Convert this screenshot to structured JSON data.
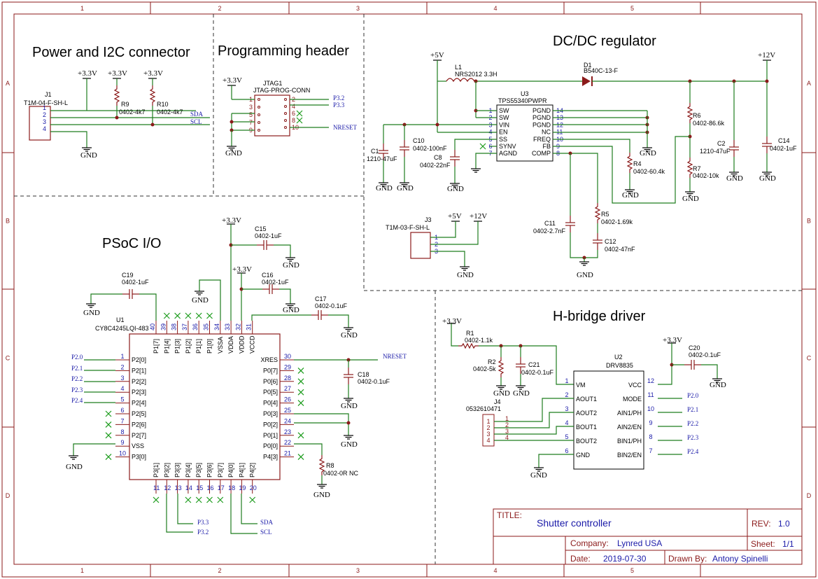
{
  "frame": {
    "cols": [
      "1",
      "2",
      "3",
      "4",
      "5"
    ],
    "rows": [
      "A",
      "B",
      "C",
      "D"
    ]
  },
  "sections": {
    "power": "Power and I2C connector",
    "prog": "Programming header",
    "dcdc": "DC/DC regulator",
    "psoc": "PSoC I/O",
    "hbridge": "H-bridge driver"
  },
  "power": {
    "v33": "+3.3V",
    "v5": "+5V",
    "v12": "+12V",
    "gnd": "GND"
  },
  "components": {
    "J1": {
      "ref": "J1",
      "value": "T1M-04-F-SH-L",
      "pins": [
        "1",
        "2",
        "3",
        "4"
      ]
    },
    "R9": {
      "ref": "R9",
      "value": "0402-4k7"
    },
    "R10": {
      "ref": "R10",
      "value": "0402-4k7"
    },
    "JTAG1": {
      "ref": "JTAG1",
      "value": "JTAG-PROG-CONN",
      "pins_l": [
        "1",
        "3",
        "5",
        "7",
        "9"
      ],
      "pins_r": [
        "2",
        "4",
        "6",
        "8",
        "10"
      ]
    },
    "L1": {
      "ref": "L1",
      "value": "NRS2012 3.3H"
    },
    "D1": {
      "ref": "D1",
      "value": "B540C-13-F"
    },
    "U3": {
      "ref": "U3",
      "value": "TPS55340PWPR",
      "lpins": [
        [
          "1",
          "SW"
        ],
        [
          "2",
          "SW"
        ],
        [
          "3",
          "VIN"
        ],
        [
          "4",
          "EN"
        ],
        [
          "5",
          "SS"
        ],
        [
          "6",
          "SYNV"
        ],
        [
          "7",
          "AGND"
        ]
      ],
      "rpins": [
        [
          "PGND",
          "14"
        ],
        [
          "PGND",
          "13"
        ],
        [
          "PGND",
          "12"
        ],
        [
          "NC",
          "11"
        ],
        [
          "FREQ",
          "10"
        ],
        [
          "FB",
          "9"
        ],
        [
          "COMP",
          "8"
        ]
      ]
    },
    "C1": {
      "ref": "C1",
      "value": "1210-47uF"
    },
    "C10": {
      "ref": "C10",
      "value": "0402-100nF"
    },
    "C8": {
      "ref": "C8",
      "value": "0402-22nF"
    },
    "R4": {
      "ref": "R4",
      "value": "0402-60.4k"
    },
    "R6": {
      "ref": "R6",
      "value": "0402-86.6k"
    },
    "R7": {
      "ref": "R7",
      "value": "0402-10k"
    },
    "C2": {
      "ref": "C2",
      "value": "1210-47uF"
    },
    "C14": {
      "ref": "C14",
      "value": "0402-1uF"
    },
    "J3": {
      "ref": "J3",
      "value": "T1M-03-F-SH-L",
      "pins": [
        "1",
        "2",
        "3"
      ]
    },
    "C11": {
      "ref": "C11",
      "value": "0402-2.7nF"
    },
    "R5": {
      "ref": "R5",
      "value": "0402-1.69k"
    },
    "C12": {
      "ref": "C12",
      "value": "0402-47nF"
    },
    "C15": {
      "ref": "C15",
      "value": "0402-1uF"
    },
    "C16": {
      "ref": "C16",
      "value": "0402-1uF"
    },
    "C17": {
      "ref": "C17",
      "value": "0402-0.1uF"
    },
    "C19": {
      "ref": "C19",
      "value": "0402-1uF"
    },
    "C18": {
      "ref": "C18",
      "value": "0402-0.1uF"
    },
    "R8": {
      "ref": "R8",
      "value": "0402-0R NC"
    },
    "U1": {
      "ref": "U1",
      "value": "CY8C4245LQI-483",
      "top": [
        [
          "40",
          "P1[7]"
        ],
        [
          "39",
          "P1[4]"
        ],
        [
          "38",
          "P1[3]"
        ],
        [
          "37",
          "P1[2]"
        ],
        [
          "36",
          "P1[1]"
        ],
        [
          "35",
          "P1[0]"
        ],
        [
          "34",
          "VSSA"
        ],
        [
          "33",
          "VDDA"
        ],
        [
          "32",
          "VDDD"
        ],
        [
          "31",
          "VCCD"
        ]
      ],
      "left": [
        [
          "1",
          "P2[0]"
        ],
        [
          "2",
          "P2[1]"
        ],
        [
          "3",
          "P2[2]"
        ],
        [
          "4",
          "P2[3]"
        ],
        [
          "5",
          "P2[4]"
        ],
        [
          "6",
          "P2[5]"
        ],
        [
          "7",
          "P2[6]"
        ],
        [
          "8",
          "P2[7]"
        ],
        [
          "9",
          "VSS"
        ],
        [
          "10",
          "P3[0]"
        ]
      ],
      "right": [
        [
          "XRES",
          "30"
        ],
        [
          "P0[7]",
          "29"
        ],
        [
          "P0[6]",
          "28"
        ],
        [
          "P0[5]",
          "27"
        ],
        [
          "P0[4]",
          "26"
        ],
        [
          "P0[3]",
          "25"
        ],
        [
          "P0[2]",
          "24"
        ],
        [
          "P0[1]",
          "23"
        ],
        [
          "P0[0]",
          "22"
        ],
        [
          "P4[3]",
          "21"
        ]
      ],
      "bottom": [
        [
          "11",
          "P3[1]"
        ],
        [
          "12",
          "P3[2]"
        ],
        [
          "13",
          "P3[3]"
        ],
        [
          "14",
          "P3[4]"
        ],
        [
          "15",
          "P3[5]"
        ],
        [
          "16",
          "P3[6]"
        ],
        [
          "17",
          "P3[7]"
        ],
        [
          "18",
          "P4[0]"
        ],
        [
          "19",
          "P4[1]"
        ],
        [
          "20",
          "P4[2]"
        ]
      ]
    },
    "R1": {
      "ref": "R1",
      "value": "0402-1.1k"
    },
    "R2": {
      "ref": "R2",
      "value": "0402-5k"
    },
    "C21": {
      "ref": "C21",
      "value": "0402-0.1uF"
    },
    "C20": {
      "ref": "C20",
      "value": "0402-0.1uF"
    },
    "J4": {
      "ref": "J4",
      "value": "0532610471",
      "pins": [
        "1",
        "2",
        "3",
        "4"
      ]
    },
    "U2": {
      "ref": "U2",
      "value": "DRV8835",
      "lpins": [
        [
          "1",
          "VM"
        ],
        [
          "2",
          "AOUT1"
        ],
        [
          "3",
          "AOUT2"
        ],
        [
          "4",
          "BOUT1"
        ],
        [
          "5",
          "BOUT2"
        ],
        [
          "6",
          "GND"
        ]
      ],
      "rpins": [
        [
          "VCC",
          "12"
        ],
        [
          "MODE",
          "11"
        ],
        [
          "AIN1/PH",
          "10"
        ],
        [
          "AIN2/EN",
          "9"
        ],
        [
          "BIN1/PH",
          "8"
        ],
        [
          "BIN2/EN",
          "7"
        ]
      ]
    }
  },
  "nets": {
    "sda": "SDA",
    "scl": "SCL",
    "p32": "P3.2",
    "p33": "P3.3",
    "nreset": "NRESET",
    "p20": "P2.0",
    "p21": "P2.1",
    "p22": "P2.2",
    "p23": "P2.3",
    "p24": "P2.4"
  },
  "titleblock": {
    "title_label": "TITLE:",
    "title": "Shutter controller",
    "rev_label": "REV:",
    "rev": "1.0",
    "company_label": "Company:",
    "company": "Lynred USA",
    "sheet_label": "Sheet:",
    "sheet": "1/1",
    "date_label": "Date:",
    "date": "2019-07-30",
    "drawn_label": "Drawn By:",
    "drawn": "Antony Spinelli"
  }
}
